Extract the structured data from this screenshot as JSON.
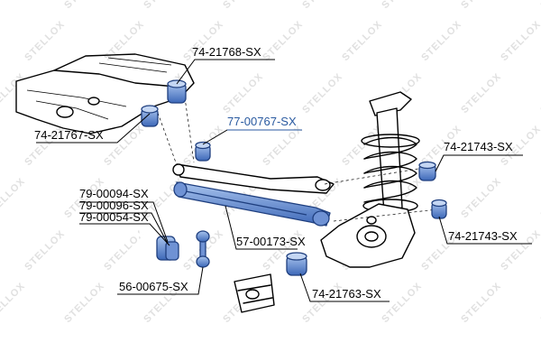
{
  "labels": {
    "upper_mount": "74-21768-SX",
    "lower_mount": "74-21767-SX",
    "highlight_bush": "77-00767-SX",
    "strut_bush_top": "74-21743-SX",
    "stab_bush_1": "79-00094-SX",
    "stab_bush_2": "79-00096-SX",
    "stab_bush_3": "79-00054-SX",
    "control_arm": "57-00173-SX",
    "strut_bush_bottom": "74-21743-SX",
    "link": "56-00675-SX",
    "knuckle_bush": "74-21763-SX"
  },
  "watermark": {
    "text": "STELLOX"
  },
  "colors": {
    "part_fill": "#4a78c8",
    "part_light": "#9db9e8",
    "accent_text": "#2a5aa0",
    "ink": "#000000"
  }
}
